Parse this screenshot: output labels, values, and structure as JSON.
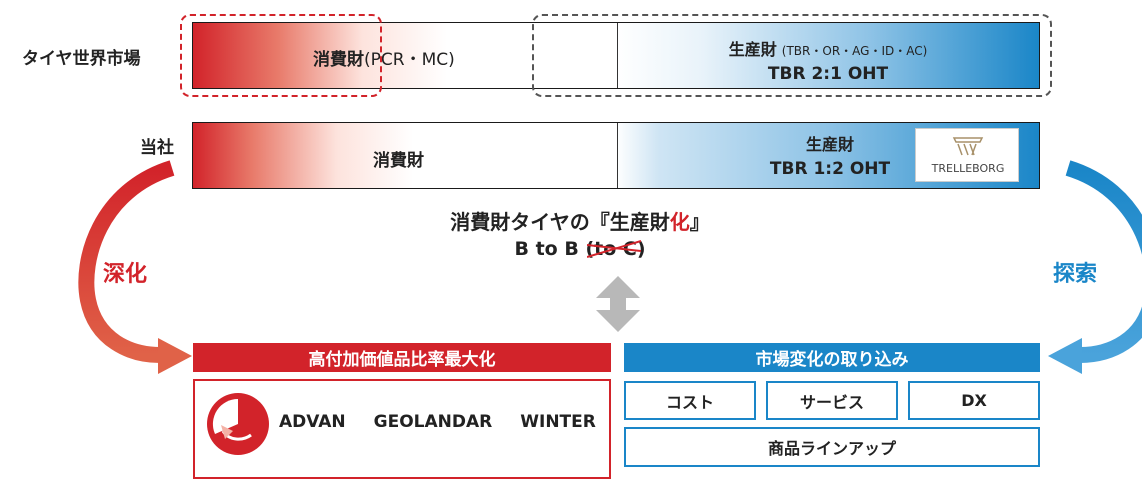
{
  "colors": {
    "red": "#d2232a",
    "blue": "#1a86c8",
    "gray_arrow": "#b8b8b8",
    "text": "#222222"
  },
  "top_row": {
    "label": "タイヤ世界市場",
    "consumer_label": "消費財",
    "consumer_sub": "(PCR・MC)",
    "producer_label": "生産財",
    "producer_sub": "(TBR・OR・AG・ID・AC)",
    "producer_ratio": "TBR 2:1 OHT"
  },
  "company_row": {
    "label": "当社",
    "consumer_label": "消費財",
    "producer_label": "生産財",
    "producer_ratio": "TBR 1:2 OHT",
    "logo_text": "TRELLEBORG",
    "logo_icon": "trelleborg-logo-icon"
  },
  "center": {
    "title_prefix": "消費財タイヤの『生産財",
    "title_highlight": "化",
    "title_suffix": "』",
    "subtitle_prefix": "B to B ",
    "subtitle_strike": "(to C",
    "subtitle_suffix": ")",
    "arrow_icon": "double-arrow-icon"
  },
  "left_side": {
    "label": "深化",
    "arrow_icon": "curved-arrow-left-icon"
  },
  "right_side": {
    "label": "探索",
    "arrow_icon": "curved-arrow-right-icon"
  },
  "left_panel": {
    "header": "高付加価値品比率最大化",
    "brands": [
      "ADVAN",
      "GEOLANDAR",
      "WINTER"
    ],
    "chart_icon": "pie-growth-icon"
  },
  "right_panel": {
    "header": "市場変化の取り込み",
    "items": [
      "コスト",
      "サービス",
      "DX"
    ],
    "wide_item": "商品ラインアップ"
  }
}
